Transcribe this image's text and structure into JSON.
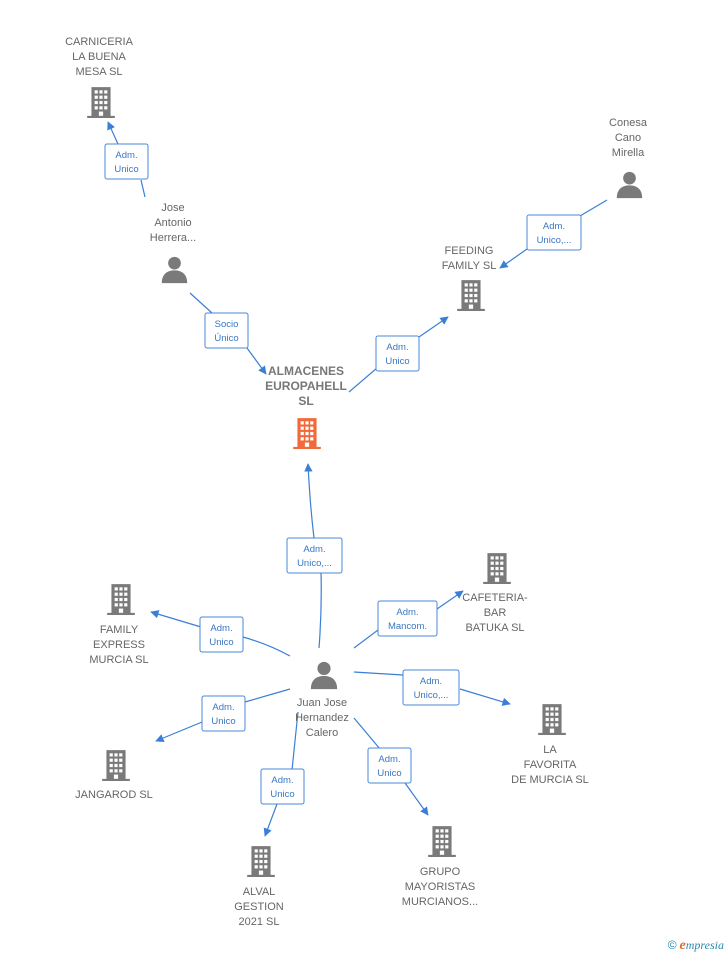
{
  "colors": {
    "main_building": "#f26a3c",
    "building": "#7a7a7a",
    "person": "#7a7a7a",
    "edge": "#3a7fd6",
    "edge_text": "#3a76c4"
  },
  "nodes": {
    "almacenes": {
      "type": "main-company",
      "lines": [
        "ALMACENES",
        "EUROPAHELL",
        "SL"
      ]
    },
    "carniceria": {
      "type": "company",
      "lines": [
        "CARNICERIA",
        "LA BUENA",
        "MESA  SL"
      ]
    },
    "jose_antonio": {
      "type": "person",
      "lines": [
        "Jose",
        "Antonio",
        "Herrera..."
      ]
    },
    "conesa": {
      "type": "person",
      "lines": [
        "Conesa",
        "Cano",
        "Mirella"
      ]
    },
    "feeding": {
      "type": "company",
      "lines": [
        "FEEDING",
        "FAMILY  SL"
      ]
    },
    "juan_jose": {
      "type": "person",
      "lines": [
        "Juan Jose",
        "Hernandez",
        "Calero"
      ]
    },
    "family_express": {
      "type": "company",
      "lines": [
        "FAMILY",
        "EXPRESS",
        "MURCIA  SL"
      ]
    },
    "cafeteria": {
      "type": "company",
      "lines": [
        "CAFETERIA-",
        "BAR",
        "BATUKA SL"
      ]
    },
    "la_favorita": {
      "type": "company",
      "lines": [
        "LA",
        "FAVORITA",
        "DE MURCIA SL"
      ]
    },
    "jangarod": {
      "type": "company",
      "lines": [
        "JANGAROD  SL"
      ]
    },
    "alval": {
      "type": "company",
      "lines": [
        "ALVAL",
        "GESTION",
        "2021  SL"
      ]
    },
    "grupo": {
      "type": "company",
      "lines": [
        "GRUPO",
        "MAYORISTAS",
        "MURCIANOS..."
      ]
    }
  },
  "edges": [
    {
      "id": "e1",
      "from": "jose_antonio",
      "to": "carniceria",
      "lines": [
        "Adm.",
        "Unico"
      ]
    },
    {
      "id": "e2",
      "from": "jose_antonio",
      "to": "almacenes",
      "lines": [
        "Socio",
        "Único"
      ]
    },
    {
      "id": "e3",
      "from": "almacenes",
      "to": "feeding",
      "lines": [
        "Adm.",
        "Unico"
      ]
    },
    {
      "id": "e4",
      "from": "conesa",
      "to": "feeding",
      "lines": [
        "Adm.",
        "Unico,..."
      ]
    },
    {
      "id": "e5",
      "from": "juan_jose",
      "to": "almacenes",
      "lines": [
        "Adm.",
        "Unico,..."
      ]
    },
    {
      "id": "e6",
      "from": "juan_jose",
      "to": "family_express",
      "lines": [
        "Adm.",
        "Unico"
      ]
    },
    {
      "id": "e7",
      "from": "juan_jose",
      "to": "cafeteria",
      "lines": [
        "Adm.",
        "Mancom."
      ]
    },
    {
      "id": "e8",
      "from": "juan_jose",
      "to": "la_favorita",
      "lines": [
        "Adm.",
        "Unico,..."
      ]
    },
    {
      "id": "e9",
      "from": "juan_jose",
      "to": "jangarod",
      "lines": [
        "Adm.",
        "Unico"
      ]
    },
    {
      "id": "e10",
      "from": "juan_jose",
      "to": "alval",
      "lines": [
        "Adm.",
        "Unico"
      ]
    },
    {
      "id": "e11",
      "from": "juan_jose",
      "to": "grupo",
      "lines": [
        "Adm.",
        "Unico"
      ]
    }
  ],
  "footer": {
    "copyright": "©",
    "brand_initial": "e",
    "brand_rest": "mpresia"
  }
}
